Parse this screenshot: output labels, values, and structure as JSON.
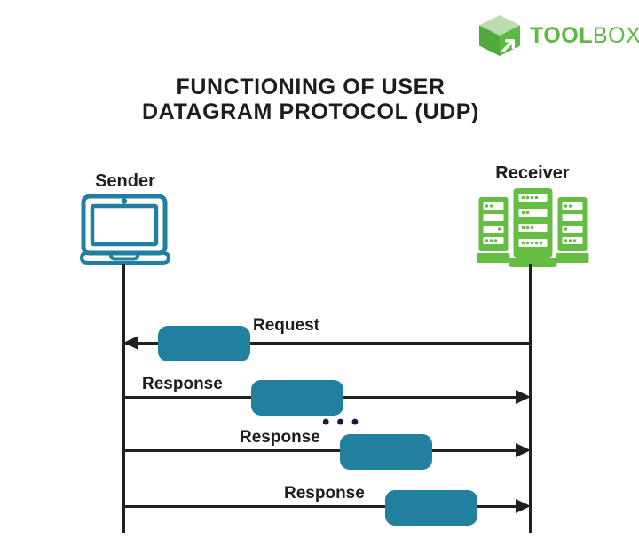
{
  "logo": {
    "brand_bold": "TOOL",
    "brand_light": "BOX",
    "trademark": "™",
    "icon": "toolbox-cube-icon"
  },
  "title": {
    "line1": "FUNCTIONING OF USER",
    "line2": "DATAGRAM PROTOCOL (UDP)"
  },
  "actors": {
    "sender": {
      "label": "Sender",
      "icon": "laptop-icon"
    },
    "receiver": {
      "label": "Receiver",
      "icon": "server-icon"
    }
  },
  "diagram": {
    "messages": [
      {
        "label": "Request",
        "direction": "receiver-to-sender"
      },
      {
        "label": "Response",
        "direction": "sender-to-receiver"
      },
      {
        "label": "Response",
        "direction": "sender-to-receiver"
      },
      {
        "label": "Response",
        "direction": "sender-to-receiver"
      }
    ],
    "ellipsis": "•••"
  },
  "colors": {
    "packet_teal": "#21809E",
    "logo_green": "#5CB944",
    "server_green": "#65BD44",
    "line_black": "#231F20",
    "ellipsis_navy": "#111C3D"
  }
}
